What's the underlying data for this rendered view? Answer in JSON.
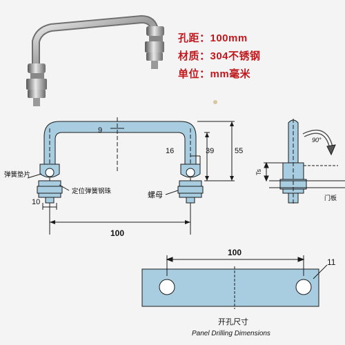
{
  "specs": {
    "hole_distance": "孔距：100mm",
    "material": "材质：304不锈钢",
    "unit": "单位：mm毫米"
  },
  "dimensions": {
    "top_width": "9",
    "spring_offset": "16",
    "inner_height": "39",
    "total_height": "55",
    "thread_width": "10",
    "span": "100",
    "rotation": "90°",
    "ts": "Ts",
    "panel_span": "100",
    "hole_diameter": "11"
  },
  "labels": {
    "spring_washer": "弹簧垫片",
    "ball": "定位弹簧钢珠",
    "nut": "螺母",
    "panel_thickness": "门板",
    "drilling_cn": "开孔尺寸",
    "drilling_en": "Panel Drilling Dimensions"
  },
  "colors": {
    "part_fill": "#a9cde0",
    "line": "#1a1a1a",
    "spec_text": "#c0181c"
  }
}
